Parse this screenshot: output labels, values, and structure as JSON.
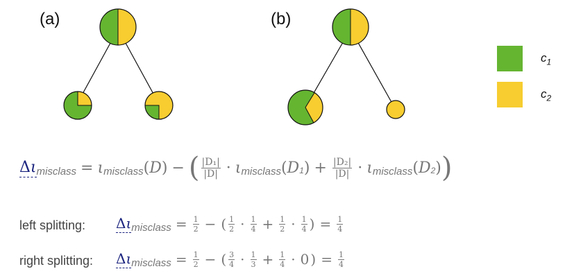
{
  "panels": {
    "a_label": "(a)",
    "b_label": "(b)"
  },
  "colors": {
    "c1": "#65b531",
    "c2": "#f7cd30",
    "delta": "#1a237e",
    "math": "#777777"
  },
  "trees": {
    "a": {
      "root": {
        "c1": 0.5,
        "c2": 0.5
      },
      "left": {
        "c1": 0.75,
        "c2": 0.25
      },
      "right": {
        "c1": 0.25,
        "c2": 0.75
      }
    },
    "b": {
      "root": {
        "c1": 0.5,
        "c2": 0.5
      },
      "left": {
        "c1": 0.6667,
        "c2": 0.3333
      },
      "right": {
        "c1": 0.0,
        "c2": 1.0
      }
    }
  },
  "legend": {
    "items": [
      {
        "label": "c",
        "subscript": "1",
        "color": "#65b531"
      },
      {
        "label": "c",
        "subscript": "2",
        "color": "#f7cd30"
      }
    ]
  },
  "formula": {
    "delta": "Δ",
    "iota": "ι",
    "sub": "misclass",
    "D": "D",
    "D1": "D",
    "D1_sub": "1",
    "D2": "D",
    "D2_sub": "2",
    "frac1_num": "|D₁|",
    "frac1_den": "|D|",
    "frac2_num": "|D₂|",
    "frac2_den": "|D|"
  },
  "left_split": {
    "label": "left splitting:",
    "rhs": [
      "1/2",
      "−",
      "(",
      "1/2",
      "·",
      "1/4",
      "+",
      "1/2",
      "·",
      "1/4",
      ")",
      "=",
      "1/4"
    ]
  },
  "right_split": {
    "label": "right splitting:",
    "rhs": [
      "1/2",
      "−",
      "(",
      "3/4",
      "·",
      "1/3",
      "+",
      "1/4",
      "·",
      "0",
      ")",
      "=",
      "1/4"
    ]
  }
}
